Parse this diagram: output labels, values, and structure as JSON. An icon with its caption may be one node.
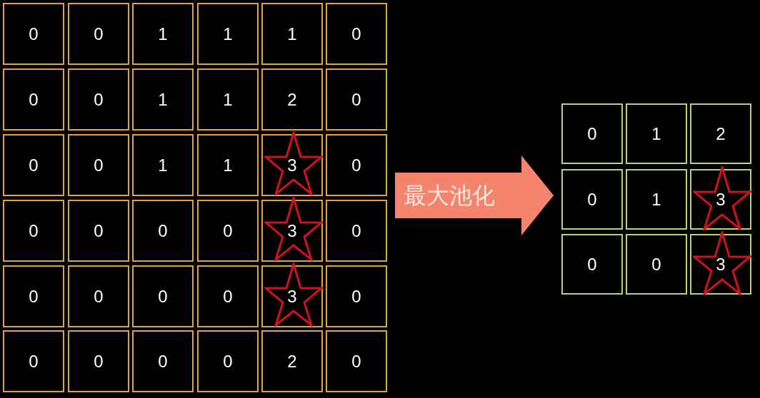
{
  "diagram": {
    "nodes": [
      {
        "text": [
          "0"
        ]
      },
      {
        "text": [
          "0"
        ]
      },
      {
        "text": [
          "1"
        ]
      },
      {
        "text": [
          "1"
        ]
      },
      {
        "text": [
          "1"
        ]
      },
      {
        "text": [
          "0"
        ]
      },
      {
        "text": [
          "0"
        ]
      },
      {
        "text": [
          "0"
        ]
      },
      {
        "text": [
          "1"
        ]
      },
      {
        "text": [
          "1"
        ]
      },
      {
        "text": [
          "2"
        ]
      },
      {
        "text": [
          "0"
        ]
      },
      {
        "text": [
          "0"
        ]
      },
      {
        "text": [
          "0"
        ]
      },
      {
        "text": [
          "1"
        ]
      },
      {
        "text": [
          "1"
        ]
      },
      {
        "text": [
          "3"
        ]
      },
      {
        "text": [
          "0"
        ]
      },
      {
        "text": [
          "0"
        ]
      },
      {
        "text": [
          "0"
        ]
      },
      {
        "text": [
          "0"
        ]
      },
      {
        "text": [
          "0"
        ]
      },
      {
        "text": [
          "3"
        ]
      },
      {
        "text": [
          "0"
        ]
      },
      {
        "text": [
          "0"
        ]
      },
      {
        "text": [
          "0"
        ]
      },
      {
        "text": [
          "0"
        ]
      },
      {
        "text": [
          "0"
        ]
      },
      {
        "text": [
          "3"
        ]
      },
      {
        "text": [
          "0"
        ]
      },
      {
        "text": [
          "0"
        ]
      },
      {
        "text": [
          "0"
        ]
      },
      {
        "text": [
          "0"
        ]
      },
      {
        "text": [
          "0"
        ]
      },
      {
        "text": [
          "2"
        ]
      },
      {
        "text": [
          "0"
        ]
      },
      {
        "text": [
          "最大池化"
        ]
      },
      {
        "text": [
          "0"
        ]
      },
      {
        "text": [
          "1"
        ]
      },
      {
        "text": [
          "2"
        ]
      },
      {
        "text": [
          "0"
        ]
      },
      {
        "text": [
          "1"
        ]
      },
      {
        "text": [
          "3"
        ]
      },
      {
        "text": [
          "0"
        ]
      },
      {
        "text": [
          "0"
        ]
      },
      {
        "text": [
          "3"
        ]
      }
    ]
  }
}
